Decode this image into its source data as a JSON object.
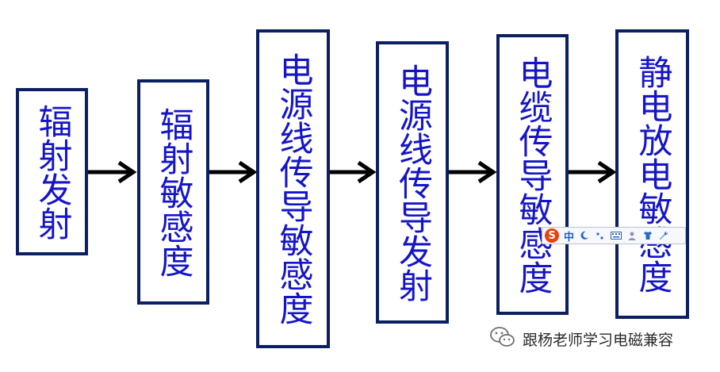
{
  "diagram": {
    "boxes": [
      {
        "label": "辐射发射"
      },
      {
        "label": "辐射敏感度"
      },
      {
        "label": "电源线传导敏感度"
      },
      {
        "label": "电源线传导发射"
      },
      {
        "label": "电缆传导敏感度"
      },
      {
        "label": "静电放电敏感度"
      }
    ],
    "colors": {
      "box_border": "#0b1f63",
      "box_text": "#1515c8",
      "arrow": "#000000"
    }
  },
  "ime_toolbar": {
    "logo": "S",
    "mode_label": "中",
    "icons": [
      "moon-icon",
      "punctuation-icon",
      "keyboard-icon",
      "user-icon",
      "shirt-icon",
      "wrench-icon"
    ]
  },
  "watermark": {
    "text": "跟杨老师学习电磁兼容",
    "icon": "wechat-icon"
  }
}
